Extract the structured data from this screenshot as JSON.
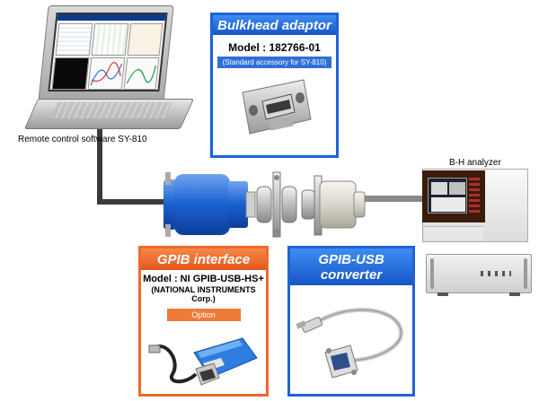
{
  "laptop": {
    "caption": "Remote control software SY-810"
  },
  "bulkhead": {
    "title": "Bulkhead adaptor",
    "model": "Model : 182766-01",
    "note": "(Standard accessory for SY-810)"
  },
  "gpib_interface": {
    "title": "GPIB interface",
    "model": "Model : NI GPIB-USB-HS+",
    "maker": "(NATIONAL INSTRUMENTS Corp.)",
    "option": "Option"
  },
  "gpib_usb": {
    "title": "GPIB-USB converter"
  },
  "analyzer": {
    "caption": "B-H analyzer"
  },
  "colors": {
    "blue": "#1d63d6",
    "orange": "#ee6a2a",
    "connector_blue": "#1a5fd0"
  }
}
